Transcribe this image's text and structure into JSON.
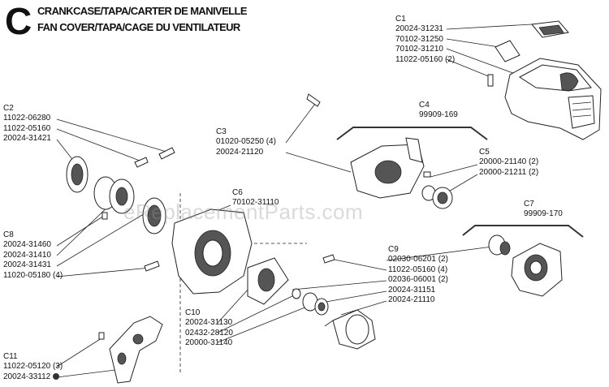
{
  "header": {
    "section_letter": "C",
    "title_line1": "CRANKCASE/TAPA/CARTER DE MANIVELLE",
    "title_line2": "FAN COVER/TAPA/CAGE DU VENTILATEUR"
  },
  "watermark": "eReplacementParts.com",
  "callouts": {
    "c1": {
      "ref": "C1",
      "parts": [
        "20024-31231",
        "70102-31250",
        "70102-31210",
        "11022-05160 (2)"
      ]
    },
    "c2": {
      "ref": "C2",
      "parts": [
        "11022-06280",
        "11022-05160",
        "20024-31421"
      ]
    },
    "c3": {
      "ref": "C3",
      "parts": [
        "01020-05250 (4)",
        "20024-21120"
      ]
    },
    "c4": {
      "ref": "C4",
      "parts": [
        "99909-169"
      ]
    },
    "c5": {
      "ref": "C5",
      "parts": [
        "20000-21140 (2)",
        "20000-21211 (2)"
      ]
    },
    "c6": {
      "ref": "C6",
      "parts": [
        "70102-31110"
      ]
    },
    "c7": {
      "ref": "C7",
      "parts": [
        "99909-170"
      ]
    },
    "c8": {
      "ref": "C8",
      "parts": [
        "20024-31460",
        "20024-31410",
        "20024-31431",
        "11020-05180 (4)"
      ]
    },
    "c9": {
      "ref": "C9",
      "parts": [
        "02030-06201 (2)",
        "11022-05160 (4)",
        "02036-06001 (2)",
        "20024-31151",
        "20024-21110"
      ]
    },
    "c10": {
      "ref": "C10",
      "parts": [
        "20024-31130",
        "02432-28120",
        "20000-31140"
      ]
    },
    "c11": {
      "ref": "C11",
      "parts": [
        "11022-05120 (3)",
        "20024-33112"
      ]
    }
  }
}
